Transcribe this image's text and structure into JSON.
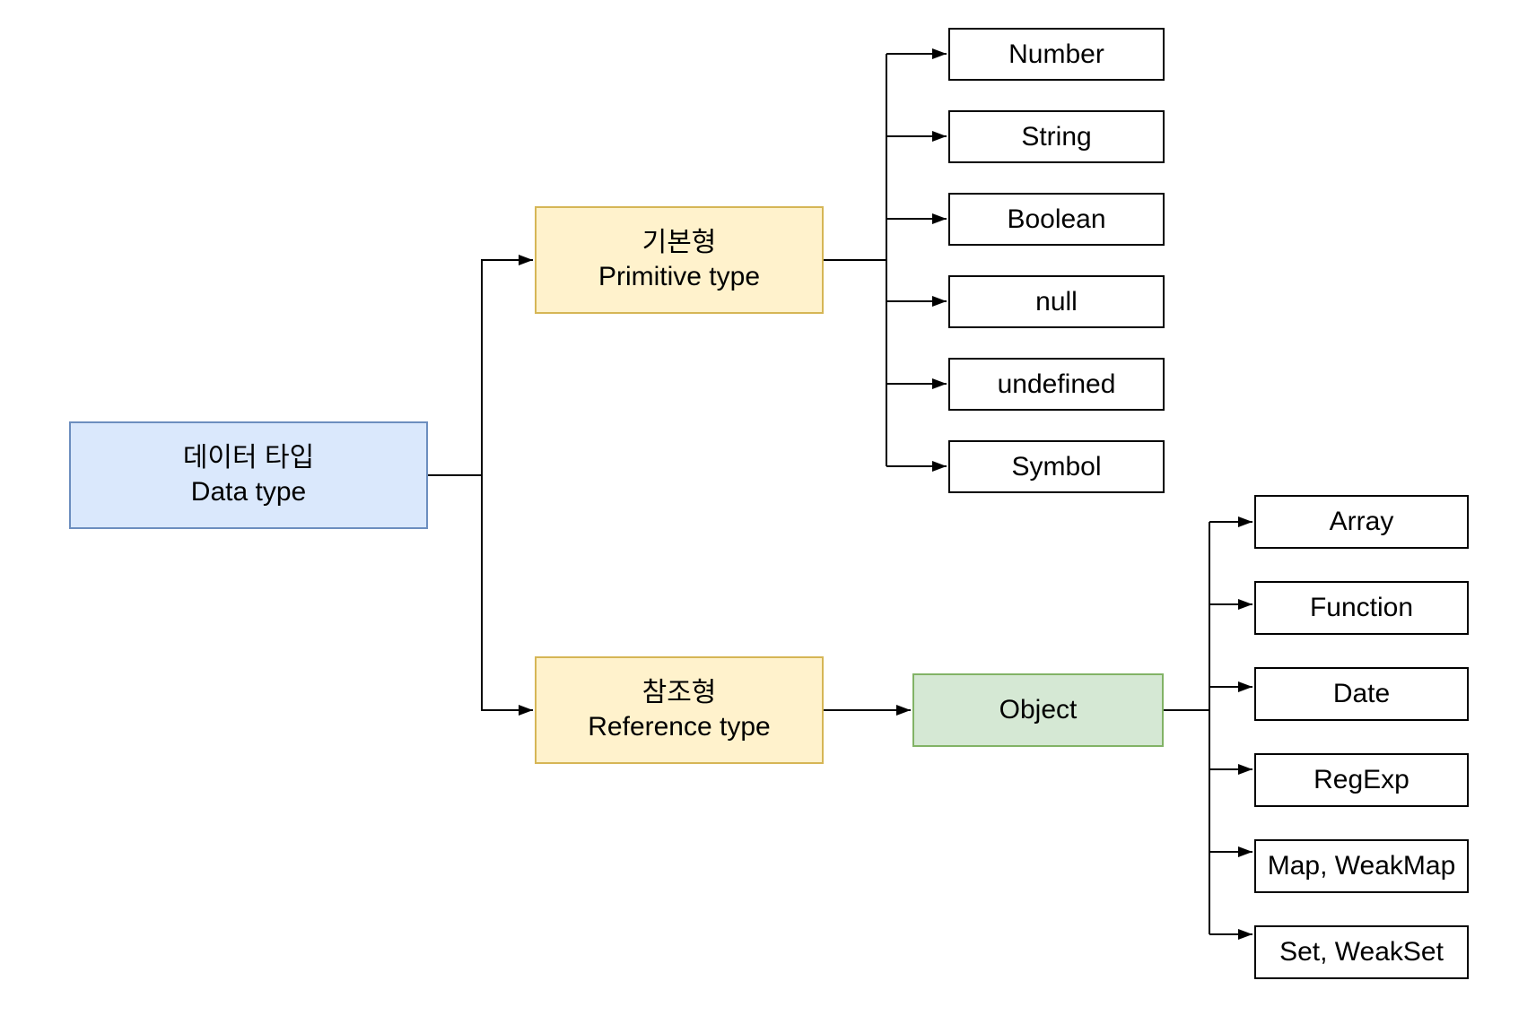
{
  "colors": {
    "background": "#ffffff",
    "root_fill": "#dae8fc",
    "root_border": "#6c8ebf",
    "branch_fill": "#fff2cc",
    "branch_border": "#d6b656",
    "object_fill": "#d5e8d4",
    "object_border": "#82b366",
    "leaf_fill": "#ffffff",
    "leaf_border": "#000000",
    "connector": "#000000",
    "text": "#000000"
  },
  "nodes": {
    "root": {
      "label_ko": "데이터 타입",
      "label_en": "Data type"
    },
    "primitive": {
      "label_ko": "기본형",
      "label_en": "Primitive type"
    },
    "reference": {
      "label_ko": "참조형",
      "label_en": "Reference type"
    },
    "object": {
      "label": "Object"
    },
    "primitive_types": [
      {
        "label": "Number"
      },
      {
        "label": "String"
      },
      {
        "label": "Boolean"
      },
      {
        "label": "null"
      },
      {
        "label": "undefined"
      },
      {
        "label": "Symbol"
      }
    ],
    "object_types": [
      {
        "label": "Array"
      },
      {
        "label": "Function"
      },
      {
        "label": "Date"
      },
      {
        "label": "RegExp"
      },
      {
        "label": "Map, WeakMap"
      },
      {
        "label": "Set, WeakSet"
      }
    ]
  }
}
